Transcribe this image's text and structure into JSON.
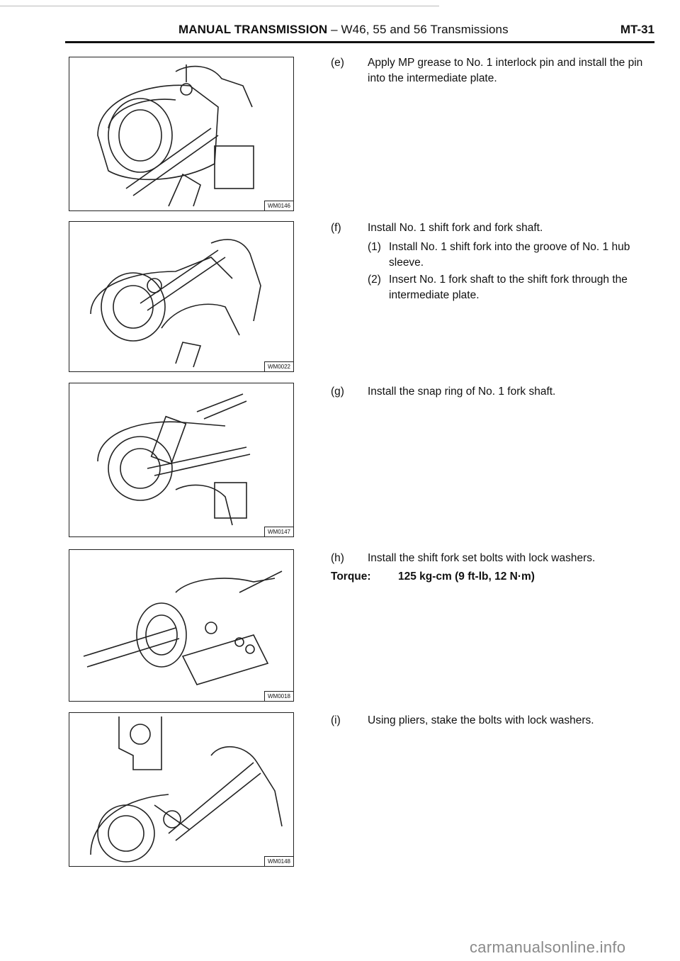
{
  "header": {
    "title_bold": "MANUAL TRANSMISSION",
    "title_rest": " – W46, 55 and 56 Transmissions",
    "page_number": "MT-31"
  },
  "figures": [
    {
      "code": "WM0146"
    },
    {
      "code": "WM0022"
    },
    {
      "code": "WM0147"
    },
    {
      "code": "WM0018"
    },
    {
      "code": "WM0148"
    }
  ],
  "steps": {
    "e": {
      "label": "(e)",
      "text": "Apply MP grease to No. 1 interlock pin and install the pin into the intermediate plate."
    },
    "f": {
      "label": "(f)",
      "text": "Install No. 1 shift fork and fork shaft.",
      "sub": [
        {
          "label": "(1)",
          "text": "Install No. 1 shift fork into the groove of No. 1 hub sleeve."
        },
        {
          "label": "(2)",
          "text": "Insert No. 1 fork shaft to the shift fork through the intermediate plate."
        }
      ]
    },
    "g": {
      "label": "(g)",
      "text": "Install the snap ring of No. 1 fork shaft."
    },
    "h": {
      "label": "(h)",
      "text": "Install the shift fork set bolts with lock washers."
    },
    "torque": {
      "label": "Torque:",
      "value": "125 kg-cm (9 ft-lb, 12 N·m)"
    },
    "i": {
      "label": "(i)",
      "text": "Using pliers, stake the bolts with lock washers."
    }
  },
  "watermark": "carmanualsonline.info"
}
